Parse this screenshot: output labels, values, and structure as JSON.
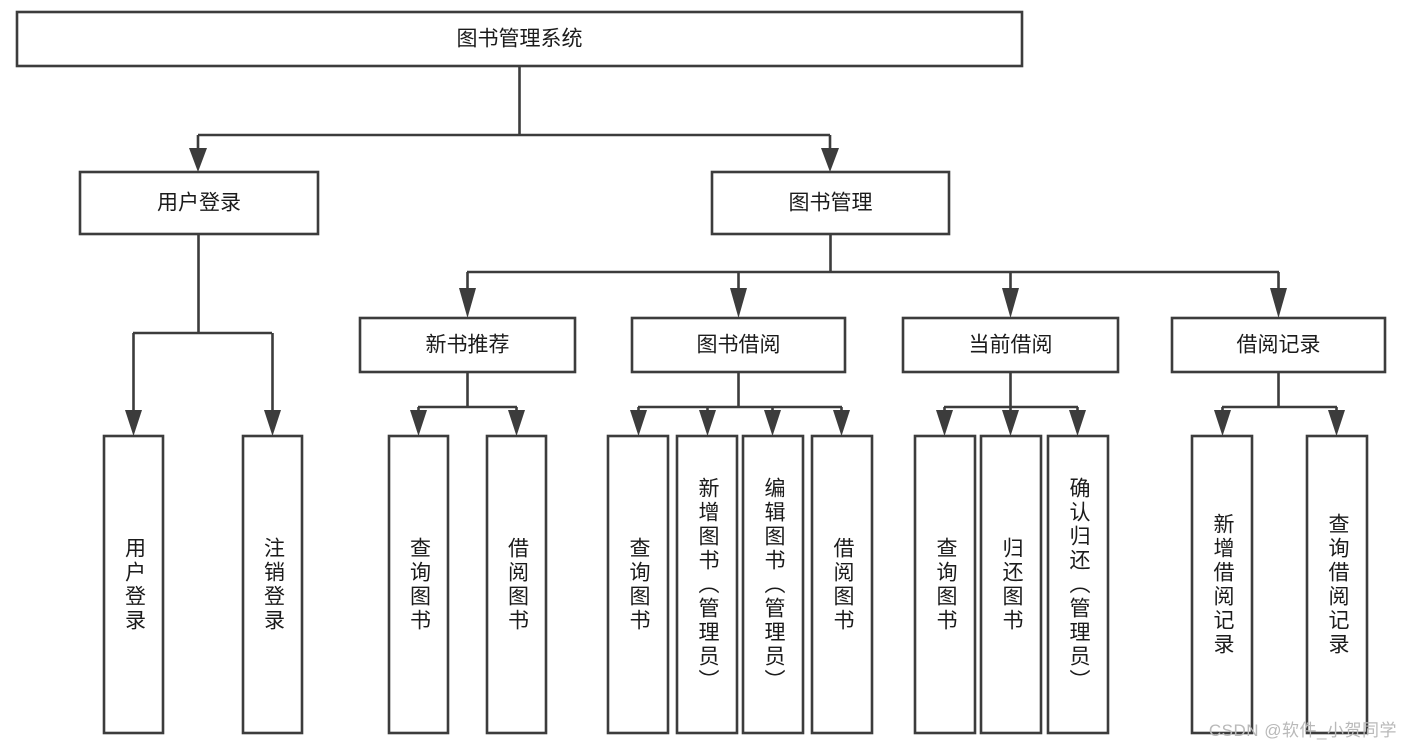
{
  "diagram": {
    "title": "图书管理系统",
    "type": "tree-hierarchy-chart",
    "watermark": "CSDN @软件_小贺同学",
    "colors": {
      "stroke": "#3c3c3c",
      "box_fill": "#ffffff",
      "text": "#1b1b1b",
      "background": "#ffffff",
      "watermark": "#b9b9b9"
    },
    "root": {
      "label": "图书管理系统"
    },
    "level2": [
      {
        "label": "用户登录"
      },
      {
        "label": "图书管理"
      }
    ],
    "level3": [
      {
        "label": "新书推荐"
      },
      {
        "label": "图书借阅"
      },
      {
        "label": "当前借阅"
      },
      {
        "label": "借阅记录"
      }
    ],
    "leaves": {
      "user_login": [
        {
          "label": "用户登录"
        },
        {
          "label": "注销登录"
        }
      ],
      "new_book_recommend": [
        {
          "label": "查询图书"
        },
        {
          "label": "借阅图书"
        }
      ],
      "book_borrow": [
        {
          "label": "查询图书"
        },
        {
          "label": "新增图书（管理员）"
        },
        {
          "label": "编辑图书（管理员）"
        },
        {
          "label": "借阅图书"
        }
      ],
      "current_borrow": [
        {
          "label": "查询图书"
        },
        {
          "label": "归还图书"
        },
        {
          "label": "确认归还（管理员）"
        }
      ],
      "borrow_record": [
        {
          "label": "新增借阅记录"
        },
        {
          "label": "查询借阅记录"
        }
      ]
    }
  }
}
